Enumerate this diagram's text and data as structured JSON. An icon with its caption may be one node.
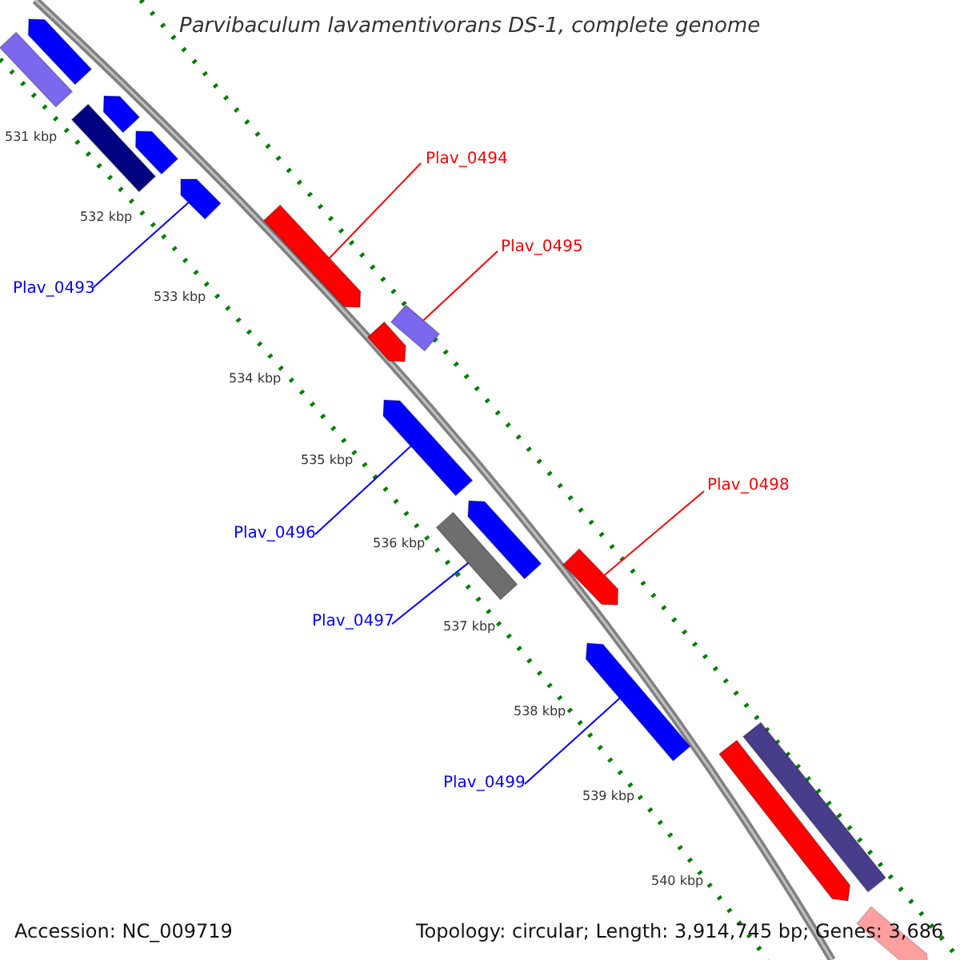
{
  "diagram": {
    "title": "Parvibaculum lavamentivorans DS-1, complete genome",
    "nodes": [
      {
        "text": [],
        "shape": "arrow"
      },
      {
        "text": [],
        "shape": "bar"
      },
      {
        "text": [],
        "shape": "arrow"
      },
      {
        "text": [],
        "shape": "bar"
      },
      {
        "text": [],
        "shape": "arrow"
      },
      {
        "text": [],
        "shape": "arrow"
      },
      {
        "text": [],
        "shape": "arrow"
      },
      {
        "text": [],
        "shape": "arrow"
      },
      {
        "text": [],
        "shape": "bar"
      },
      {
        "text": [],
        "shape": "arrow"
      },
      {
        "text": [],
        "shape": "arrow"
      },
      {
        "text": [],
        "shape": "bar"
      },
      {
        "text": [],
        "shape": "arrow"
      },
      {
        "text": [],
        "shape": "arrow"
      },
      {
        "text": [],
        "shape": "arrow"
      },
      {
        "text": [],
        "shape": "bar"
      },
      {
        "text": [],
        "shape": "arrow"
      },
      {
        "text": [
          "Plav_0493"
        ]
      },
      {
        "text": [
          "Plav_0494"
        ]
      },
      {
        "text": [
          "Plav_0495"
        ]
      },
      {
        "text": [
          "Plav_0496"
        ]
      },
      {
        "text": [
          "Plav_0497"
        ]
      },
      {
        "text": [
          "Plav_0498"
        ]
      },
      {
        "text": [
          "Plav_0499"
        ]
      }
    ],
    "edges": [
      {
        "from": 17,
        "to": 5,
        "arrow": "none"
      },
      {
        "from": 18,
        "to": 6,
        "arrow": "none",
        "color": "#ff0000"
      },
      {
        "from": 19,
        "to": 8,
        "arrow": "none",
        "color": "#ff0000"
      },
      {
        "from": 20,
        "to": 9,
        "arrow": "none"
      },
      {
        "from": 21,
        "to": 11,
        "arrow": "none"
      },
      {
        "from": 22,
        "to": 12,
        "arrow": "none",
        "color": "#ff0000"
      },
      {
        "from": 23,
        "to": 13,
        "arrow": "none"
      }
    ],
    "labels": [
      "531 kbp",
      "532 kbp",
      "533 kbp",
      "534 kbp",
      "535 kbp",
      "536 kbp",
      "537 kbp",
      "538 kbp",
      "539 kbp",
      "540 kbp",
      "Accession: NC_009719",
      "Topology: circular; Length: 3,914,745 bp; Genes: 3,686"
    ]
  }
}
